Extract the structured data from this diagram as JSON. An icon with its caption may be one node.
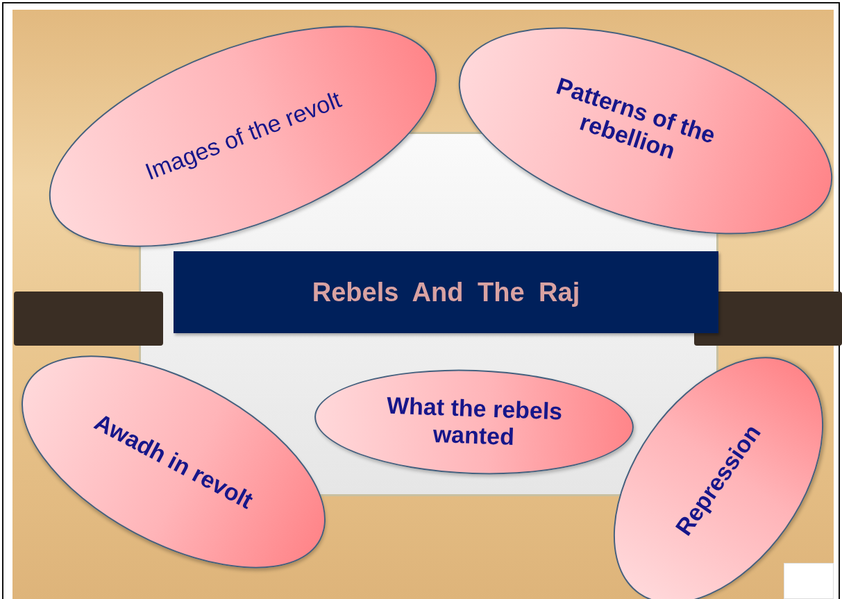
{
  "diagram": {
    "nodes": [
      {
        "text": [
          "Images of the revolt"
        ]
      },
      {
        "text": [
          "Patterns of the rebellion"
        ]
      },
      {
        "text": [
          "Rebels And The Raj"
        ]
      },
      {
        "text": [
          "Awadh in revolt"
        ]
      },
      {
        "text": [
          "What the rebels wanted"
        ]
      },
      {
        "text": [
          "Repression"
        ]
      }
    ]
  }
}
